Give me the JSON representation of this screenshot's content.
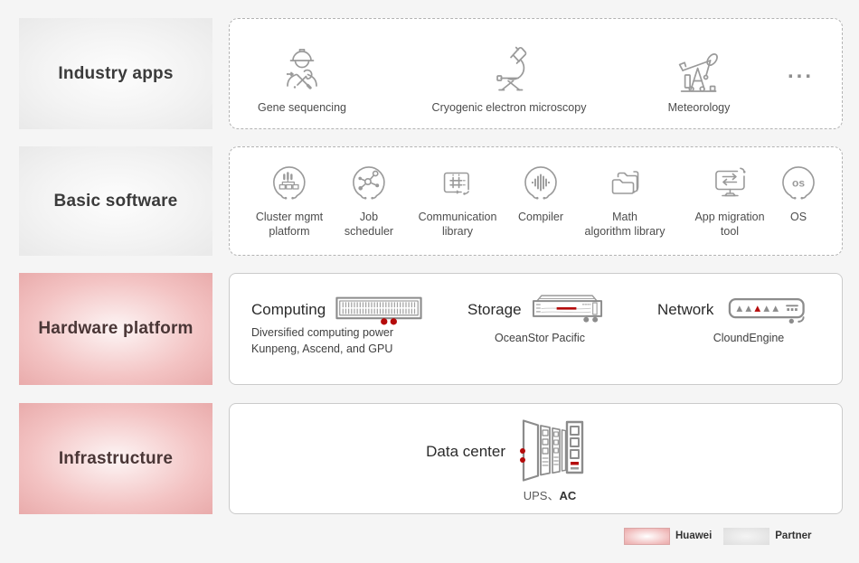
{
  "layers": {
    "industry": {
      "label": "Industry apps",
      "items": [
        {
          "label": "Gene sequencing",
          "icon": "engineer-tools-icon"
        },
        {
          "label": "Cryogenic electron microscopy",
          "icon": "microscope-icon"
        },
        {
          "label": "Meteorology",
          "icon": "pumpjack-icon"
        }
      ],
      "more": "..."
    },
    "basic": {
      "label": "Basic software",
      "items": [
        {
          "line1": "Cluster mgmt",
          "line2": "platform",
          "icon": "cluster-mgmt-icon"
        },
        {
          "line1": "Job",
          "line2": "scheduler",
          "icon": "job-scheduler-icon"
        },
        {
          "line1": "Communication",
          "line2": "library",
          "icon": "communication-library-icon"
        },
        {
          "line1": "Compiler",
          "line2": "",
          "icon": "compiler-icon"
        },
        {
          "line1": "Math",
          "line2": "algorithm library",
          "icon": "math-library-icon"
        },
        {
          "line1": "App migration",
          "line2": "tool",
          "icon": "app-migration-icon"
        },
        {
          "line1": "OS",
          "line2": "",
          "icon": "os-icon"
        }
      ],
      "os_badge": "os"
    },
    "hardware": {
      "label": "Hardware platform",
      "computing": {
        "title": "Computing",
        "caption_line1": "Diversified computing power",
        "caption_line2": "Kunpeng, Ascend, and GPU",
        "icon": "server-icon"
      },
      "storage": {
        "title": "Storage",
        "caption": "OceanStor Pacific",
        "icon": "storage-array-icon"
      },
      "network": {
        "title": "Network",
        "caption": "CloundEngine",
        "icon": "network-switch-icon"
      }
    },
    "infrastructure": {
      "label": "Infrastructure",
      "title": "Data center",
      "caption_normal": "UPS、",
      "caption_bold": "AC",
      "icon": "data-center-racks-icon"
    }
  },
  "legend": {
    "huawei": "Huawei",
    "partner": "Partner"
  },
  "colors": {
    "background": "#f5f5f5",
    "box_bg": "#ffffff",
    "huawei_red": "#b50b0b",
    "icon_gray": "#9a9a9a",
    "pink_edge": "#e9abab",
    "gray_edge": "#e9e9e9",
    "dashed_border": "#b3b3b3",
    "solid_border": "#cbcbcb"
  }
}
